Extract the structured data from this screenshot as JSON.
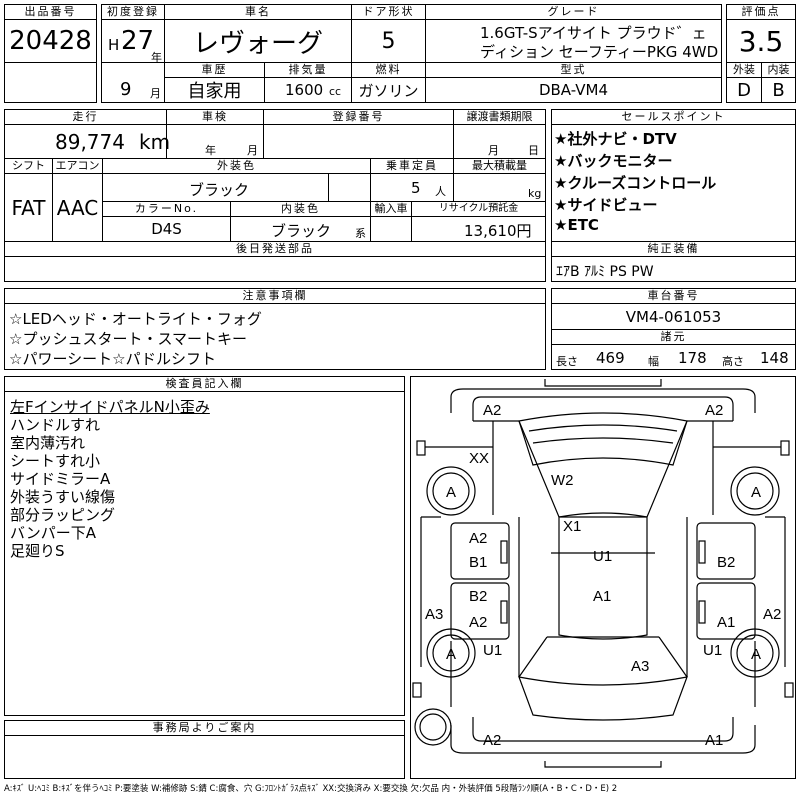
{
  "header": {
    "lot_no_label": "出品番号",
    "lot_no": "20428",
    "first_reg_label": "初度登録",
    "era": "H",
    "year": "27",
    "year_unit": "年",
    "month": "9",
    "month_unit": "月",
    "car_name_label": "車名",
    "car_name": "レヴォーグ",
    "door_label": "ドア形状",
    "doors": "5",
    "grade_label": "グレード",
    "grade_line1": "1.6GT-Sアイサイト プラウド゛ェ",
    "grade_line2": "ディション セーフティーPKG 4WD",
    "score_label": "評価点",
    "score": "3.5",
    "history_label": "車歴",
    "history": "自家用",
    "displacement_label": "排気量",
    "displacement": "1600",
    "displacement_unit": "cc",
    "fuel_label": "燃料",
    "fuel": "ガソリン",
    "model_label": "型式",
    "model": "DBA-VM4",
    "exterior_label": "外装",
    "exterior_grade": "D",
    "interior_label": "内装",
    "interior_grade": "B"
  },
  "details": {
    "mileage_label": "走行",
    "mileage": "89,774",
    "mileage_unit": "km",
    "inspection_label": "車検",
    "inspection_year_unit": "年",
    "inspection_month_unit": "月",
    "reg_no_label": "登録番号",
    "transfer_label": "譲渡書類期限",
    "transfer_month_unit": "月",
    "transfer_day_unit": "日",
    "shift_label": "シフト",
    "shift": "FAT",
    "ac_label": "エアコン",
    "ac": "AAC",
    "color_label": "外装色",
    "color": "ブラック",
    "capacity_label": "乗車定員",
    "capacity": "5",
    "capacity_unit": "人",
    "maxload_label": "最大積載量",
    "maxload_unit": "kg",
    "color_no_label": "カラーNo.",
    "color_no": "D4S",
    "int_color_label": "内装色",
    "int_color": "ブラック",
    "int_color_unit": "系",
    "import_label": "輸入車",
    "recycle_label": "リサイクル預託金",
    "recycle": "13,610円",
    "later_parts_label": "後日発送部品"
  },
  "sales_points": {
    "label": "セールスポイント",
    "items": [
      "★社外ナビ・DTV",
      "★バックモニター",
      "★クルーズコントロール",
      "★サイドビュー",
      "★ETC"
    ]
  },
  "equipment": {
    "label": "純正装備",
    "value": "ｴｱB ｱﾙﾐ PS PW"
  },
  "notes": {
    "label": "注意事項欄",
    "items": [
      "☆LEDヘッド・オートライト・フォグ",
      "☆プッシュスタート・スマートキー",
      "☆パワーシート☆パドルシフト"
    ]
  },
  "chassis": {
    "label": "車台番号",
    "value": "VM4-061053",
    "dims_label": "諸元",
    "length_label": "長さ",
    "length": "469",
    "width_label": "幅",
    "width": "178",
    "height_label": "高さ",
    "height": "148"
  },
  "inspector": {
    "label": "検査員記入欄",
    "items": [
      "左FインサイドパネルN小歪み",
      "ハンドルすれ",
      "室内薄汚れ",
      "シートすれ小",
      "サイドミラーA",
      "外装うすい線傷",
      "部分ラッピング",
      "バンパー下A",
      "足廻りS"
    ]
  },
  "office": {
    "label": "事務局よりご案内"
  },
  "diagram": {
    "marks": {
      "front_left": "A2",
      "front_right": "A2",
      "xx": "XX",
      "w2": "W2",
      "x1": "X1",
      "wheel_fl": "A",
      "wheel_fr": "A",
      "door_fl_top": "A2",
      "door_fl_bot": "B1",
      "u1_center": "U1",
      "b2_right": "B2",
      "b2_left": "B2",
      "a2_left_rear": "A2",
      "a1_center": "A1",
      "a1_right": "A1",
      "a3_left": "A3",
      "a2_right_side": "A2",
      "wheel_rl": "A",
      "wheel_rr": "A",
      "u1_left": "U1",
      "u1_right": "U1",
      "a3_rear": "A3",
      "rear_left": "A2",
      "rear_right": "A1"
    }
  },
  "legend": "A:ｷｽﾞ U:ﾍｺﾐ B:ｷｽﾞを伴うﾍｺﾐ P:要塗装 W:補修跡 S:錆 C:腐食、穴 G:ﾌﾛﾝﾄｶﾞﾗｽ点ｷｽﾞ XX:交換済み X:要交換 欠:欠品 内・外装評価 5段階ﾗﾝｸ順(A・B・C・D・E) 2"
}
